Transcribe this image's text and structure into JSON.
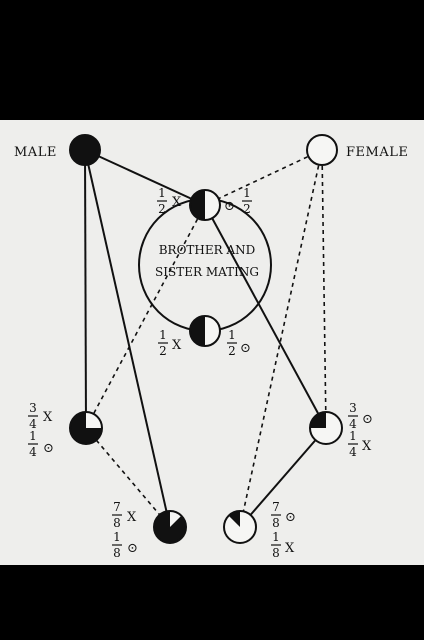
{
  "diagram": {
    "parents": {
      "male": "MALE",
      "female": "FEMALE"
    },
    "mating_caption": [
      "BROTHER AND",
      "SISTER MATING"
    ],
    "x_symbol": "X",
    "o_symbol": "⊙",
    "nodes": [
      {
        "id": "male",
        "black_fraction": 1.0,
        "ticks": []
      },
      {
        "id": "female",
        "black_fraction": 0.0,
        "ticks": []
      },
      {
        "id": "brother",
        "black_fraction": 0.5,
        "ticks": [
          {
            "num": "1",
            "den": "2",
            "sym": "X"
          },
          {
            "num": "1",
            "den": "2",
            "sym": "⊙"
          }
        ]
      },
      {
        "id": "sister",
        "black_fraction": 0.5,
        "ticks": [
          {
            "num": "1",
            "den": "2",
            "sym": "X"
          },
          {
            "num": "1",
            "den": "2",
            "sym": "⊙"
          }
        ]
      },
      {
        "id": "left-gen2",
        "black_fraction": 0.75,
        "ticks": [
          {
            "num": "3",
            "den": "4",
            "sym": "X"
          },
          {
            "num": "1",
            "den": "4",
            "sym": "⊙"
          }
        ]
      },
      {
        "id": "right-gen2",
        "black_fraction": 0.25,
        "ticks": [
          {
            "num": "3",
            "den": "4",
            "sym": "⊙"
          },
          {
            "num": "1",
            "den": "4",
            "sym": "X"
          }
        ]
      },
      {
        "id": "left-gen3",
        "black_fraction": 0.875,
        "ticks": [
          {
            "num": "7",
            "den": "8",
            "sym": "X"
          },
          {
            "num": "1",
            "den": "8",
            "sym": "⊙"
          }
        ]
      },
      {
        "id": "right-gen3",
        "black_fraction": 0.125,
        "ticks": [
          {
            "num": "7",
            "den": "8",
            "sym": "⊙"
          },
          {
            "num": "1",
            "den": "8",
            "sym": "X"
          }
        ]
      }
    ]
  }
}
